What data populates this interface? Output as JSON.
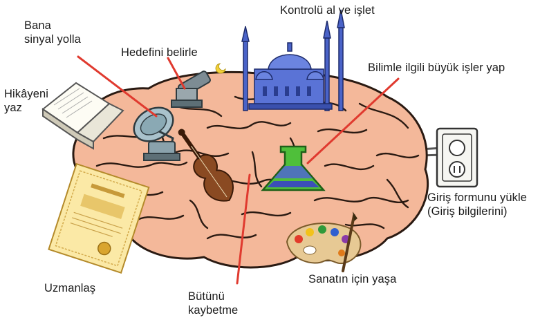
{
  "labels": {
    "bana": "Bana\nsinyal yolla",
    "hedefini": "Hedefini belirle",
    "kontrolu": "Kontrolü al ve işlet",
    "bilimle": "Bilimle ilgili büyük işler yap",
    "hikaye": "Hikâyeni\nyaz",
    "giris": "Giriş formunu yükle\n(Giriş bilgilerini)",
    "uzmanlas": "Uzmanlaş",
    "butunu": "Bütünü\nkaybetme",
    "sanat": "Sanatın için yaşa"
  },
  "colors": {
    "brain_fill": "#f4b89a",
    "brain_stroke": "#2a1a12",
    "pointer_line": "#e03a2f",
    "mosque": "#4a63c8",
    "flask": "#4fbf3a"
  },
  "icons": {
    "satellite": "satellite-dish-icon",
    "telescope": "telescope-icon",
    "mosque": "mosque-icon",
    "book": "open-book-icon",
    "violin": "violin-icon",
    "flask": "flask-icon",
    "outlet": "power-outlet-icon",
    "certificate": "certificate-icon",
    "palette": "paint-palette-icon"
  }
}
